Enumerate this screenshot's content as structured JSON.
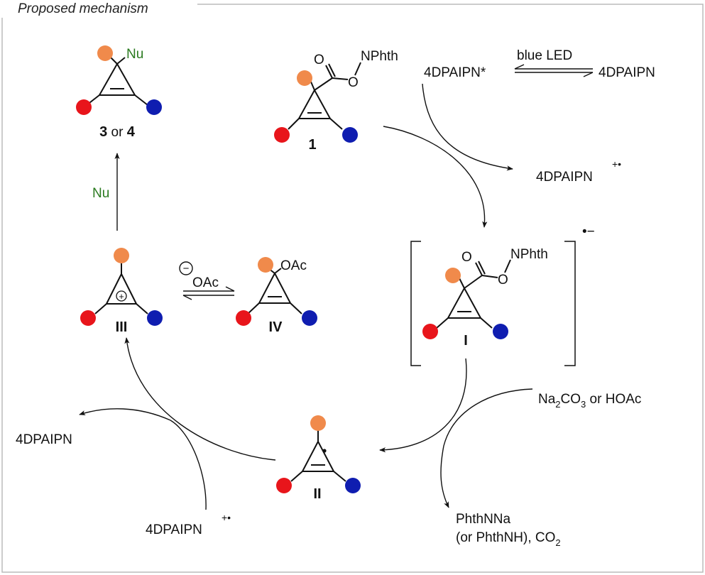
{
  "title": "Proposed mechanism",
  "colors": {
    "orange": "#f08a4b",
    "red": "#e8151b",
    "blue": "#0f1db0",
    "nucleophile_green": "#2a7a1f",
    "frame": "#bbbbbb"
  },
  "compounds": {
    "c1": {
      "label": "1",
      "carbonyl_o": "O",
      "ester_o": "O",
      "nphth": "NPhth"
    },
    "cI": {
      "label": "I",
      "carbonyl_o": "O",
      "ester_o": "O",
      "nphth": "NPhth",
      "charge": "•−"
    },
    "cII": {
      "label": "II"
    },
    "cIII": {
      "label": "III",
      "charge": "+"
    },
    "cIV": {
      "label": "IV",
      "oac": "OAc"
    },
    "product": {
      "label_a": "3",
      "label_or": "or",
      "label_b": "4",
      "nu": "Nu"
    }
  },
  "reagents": {
    "photocat_excited": "4DPAIPN*",
    "photocat": "4DPAIPN",
    "blue_led": "blue LED",
    "radical_cation": "4DPAIPN",
    "radical_cation_charge": "+•",
    "base_main": "Na",
    "base_sub": "2",
    "base_mid": "CO",
    "base_sub2": "3",
    "base_tail": " or HOAc",
    "byproduct_line1": "PhthNNa",
    "byproduct_line2": "(or PhthNH)",
    "byproduct_co2": ", CO",
    "byproduct_co2_sub": "2",
    "photocat_regen": "4DPAIPN",
    "radical_cation_lower": "4DPAIPN",
    "radical_cation_lower_charge": "+•",
    "acetate": "OAc",
    "acetate_charge": "−",
    "nucleophile": "Nu"
  }
}
